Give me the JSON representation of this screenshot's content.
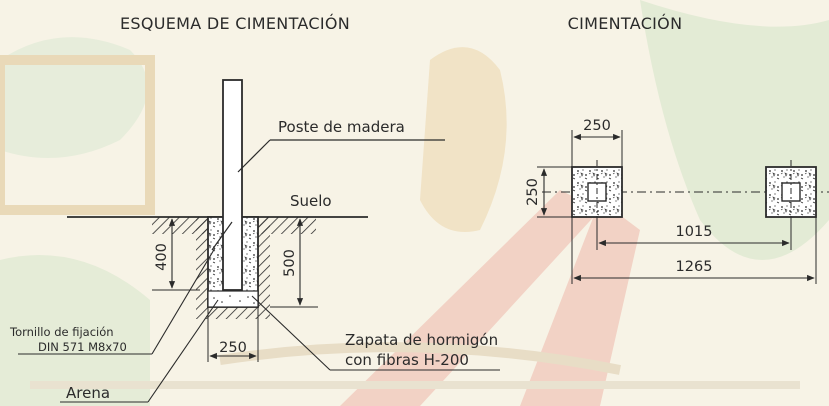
{
  "titles": {
    "left": "ESQUEMA DE CIMENTACIÓN",
    "right": "CIMENTACIÓN"
  },
  "labels": {
    "post": "Poste de madera",
    "ground": "Suelo",
    "bolt_line1": "Tornillo de fijación",
    "bolt_line2": "DIN 571 M8x70",
    "sand": "Arena",
    "footing_line1": "Zapata de hormigón",
    "footing_line2": "con fibras H-200"
  },
  "dimensions": {
    "depth_400": "400",
    "depth_500": "500",
    "width_250_left": "250",
    "width_250_top": "250",
    "height_250": "250",
    "span_1015": "1015",
    "span_1265": "1265"
  },
  "colors": {
    "line": "#2b2b2b",
    "background": "#f7f3e6",
    "wood_ramp": "#e8a087",
    "green_wash": "#dfe8cf"
  }
}
